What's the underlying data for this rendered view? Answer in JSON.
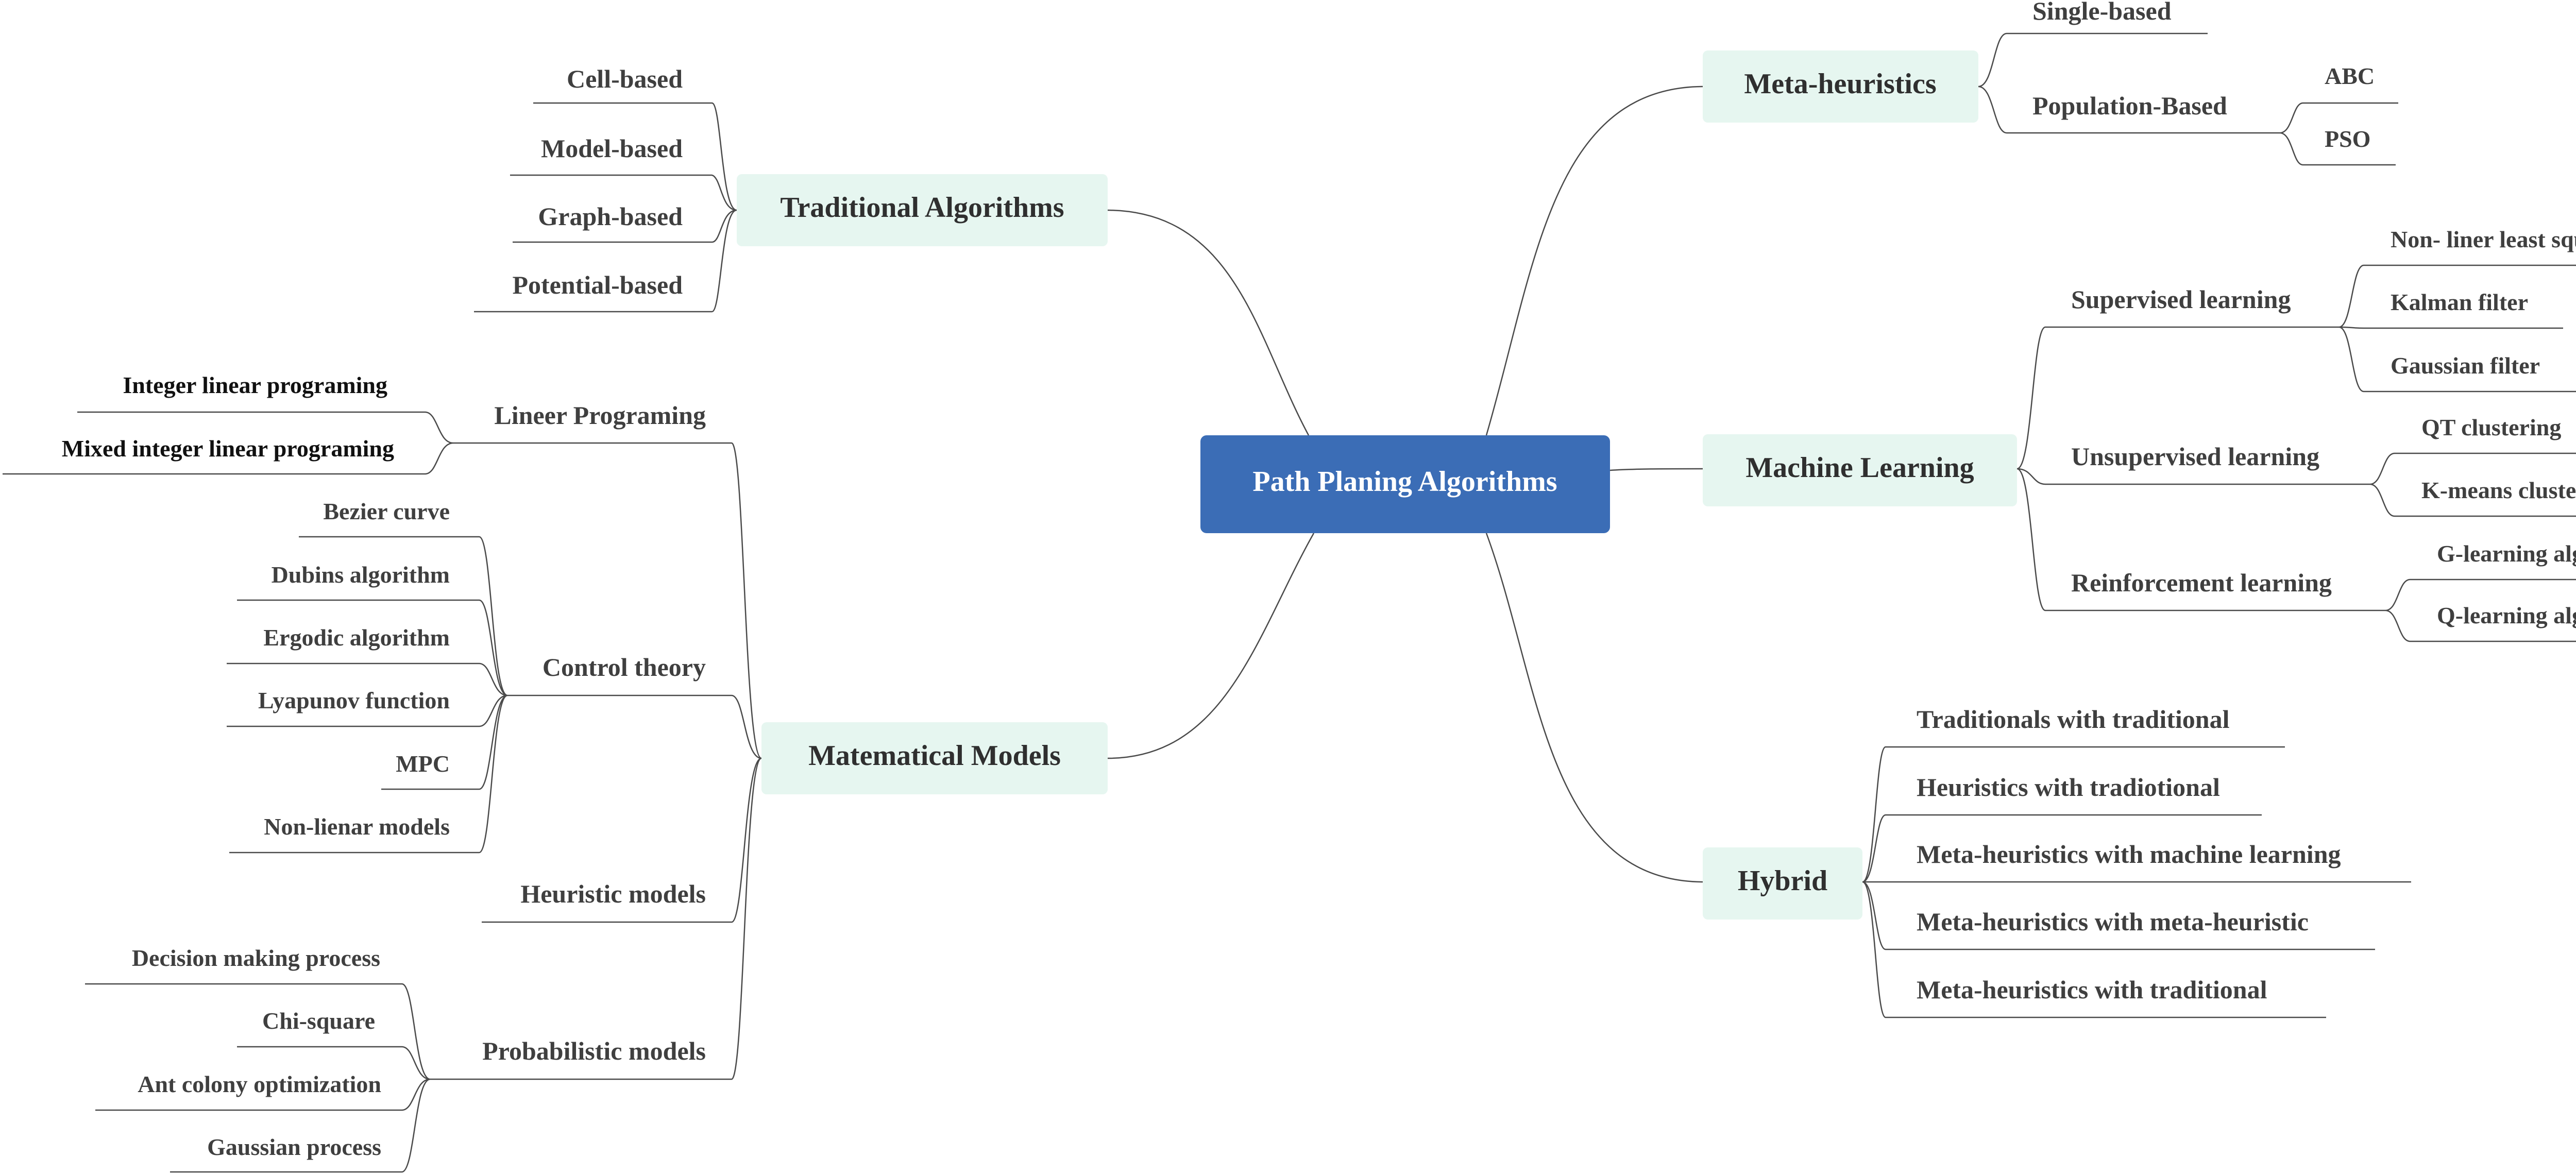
{
  "root": {
    "label": "Path Planing Algorithms"
  },
  "left": {
    "traditional": {
      "label": "Traditional Algorithms",
      "children": [
        "Cell-based",
        "Model-based",
        "Graph-based",
        "Potential-based"
      ]
    },
    "matematical": {
      "label": "Matematical Models",
      "lineer": {
        "label": "Lineer Programing",
        "children": [
          "Integer linear programing",
          "Mixed integer linear programing"
        ]
      },
      "control": {
        "label": "Control theory",
        "children": [
          "Bezier curve",
          "Dubins algorithm",
          "Ergodic algorithm",
          "Lyapunov function",
          "MPC",
          "Non-lienar models"
        ]
      },
      "heuristic": {
        "label": "Heuristic models"
      },
      "probabilistic": {
        "label": "Probabilistic models",
        "children": [
          "Decision making process",
          "Chi-square",
          "Ant colony optimization",
          "Gaussian process"
        ]
      }
    }
  },
  "right": {
    "meta": {
      "label": "Meta-heuristics",
      "single": {
        "label": "Single-based"
      },
      "population": {
        "label": "Population-Based",
        "children": [
          "ABC",
          "PSO"
        ]
      }
    },
    "ml": {
      "label": "Machine Learning",
      "supervised": {
        "label": "Supervised learning",
        "children": [
          "Non- liner least square",
          "Kalman filter",
          "Gaussian filter"
        ]
      },
      "unsupervised": {
        "label": "Unsupervised learning",
        "children": [
          "QT clustering",
          "K-means clustering"
        ]
      },
      "reinforcement": {
        "label": "Reinforcement learning",
        "children": [
          "G-learning algorithm",
          "Q-learning algorithm"
        ]
      }
    },
    "hybrid": {
      "label": "Hybrid",
      "children": [
        "Traditionals with traditional",
        "Heuristics with tradiotional",
        "Meta-heuristics with machine learning",
        "Meta-heuristics with meta-heuristic",
        "Meta-heuristics with traditional"
      ]
    }
  },
  "colors": {
    "root_fill": "#3b6db6",
    "topic_fill": "#e6f6f0",
    "line": "#4a4a4a",
    "text": "#3f3f3f"
  }
}
